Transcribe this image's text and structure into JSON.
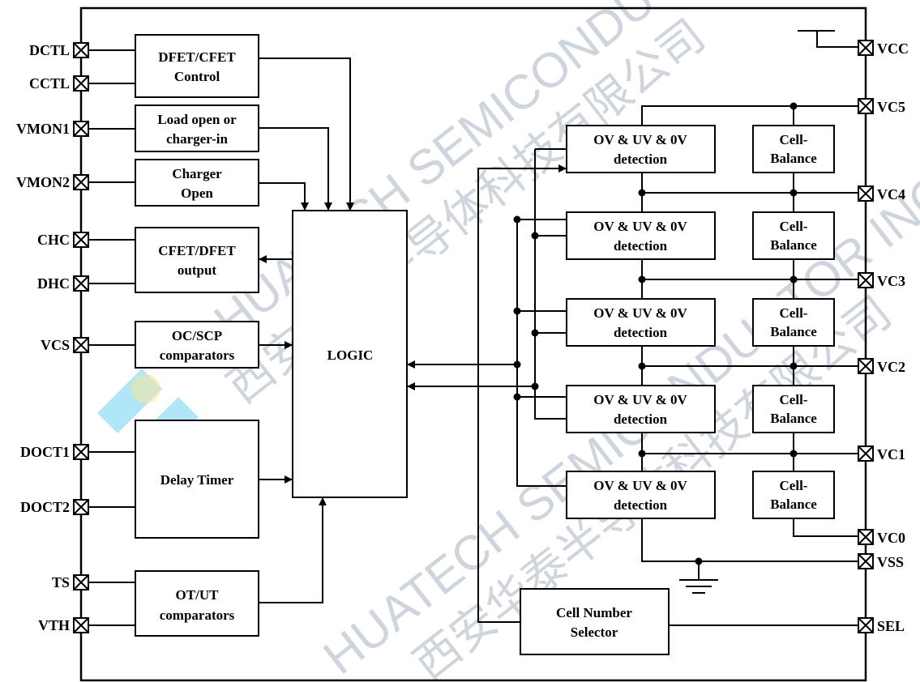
{
  "watermark": {
    "lines": [
      "HUATECH SEMICONDUCTOR INC",
      "西安华泰半导体科技有限公司"
    ],
    "color": "#cfd5dc"
  },
  "pins_left": [
    "DCTL",
    "CCTL",
    "VMON1",
    "VMON2",
    "CHC",
    "DHC",
    "VCS",
    "DOCT1",
    "DOCT2",
    "TS",
    "VTH"
  ],
  "pins_right": [
    "VCC",
    "VC5",
    "VC4",
    "VC3",
    "VC2",
    "VC1",
    "VC0",
    "VSS",
    "SEL"
  ],
  "blocks": {
    "dfet_cfet_control": [
      "DFET/CFET",
      "Control"
    ],
    "load_open": [
      "Load open or",
      "charger-in"
    ],
    "charger_open": [
      "Charger",
      "Open"
    ],
    "cfet_dfet_output": [
      "CFET/DFET",
      "output"
    ],
    "oc_scp": [
      "OC/SCP",
      "comparators"
    ],
    "delay_timer": [
      "Delay Timer"
    ],
    "ot_ut": [
      "OT/UT",
      "comparators"
    ],
    "logic": "LOGIC",
    "cell_number_selector": [
      "Cell Number",
      "Selector"
    ]
  },
  "detection_blocks": [
    [
      "OV & UV & 0V",
      "detection"
    ],
    [
      "OV & UV & 0V",
      "detection"
    ],
    [
      "OV & UV & 0V",
      "detection"
    ],
    [
      "OV & UV & 0V",
      "detection"
    ],
    [
      "OV & UV & 0V",
      "detection"
    ]
  ],
  "balance_blocks": [
    [
      "Cell-",
      "Balance"
    ],
    [
      "Cell-",
      "Balance"
    ],
    [
      "Cell-",
      "Balance"
    ],
    [
      "Cell-",
      "Balance"
    ],
    [
      "Cell-",
      "Balance"
    ]
  ]
}
